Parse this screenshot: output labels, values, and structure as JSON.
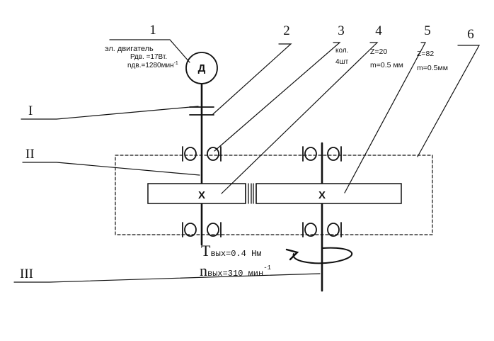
{
  "callouts": [
    "1",
    "2",
    "3",
    "4",
    "5",
    "6"
  ],
  "shaft_labels": [
    "I",
    "II",
    "III"
  ],
  "motor": {
    "title": "эл. двигатель",
    "power": "Рдв. =17Вт.",
    "speed": "nдв.=1280мин",
    "speed_exp": "-1",
    "symbol": "Д"
  },
  "bearings_note": {
    "line1": "кол.",
    "line2": "4шт"
  },
  "gear_small": {
    "teeth": "Z=20",
    "module": "m=0.5 мм"
  },
  "gear_large": {
    "teeth": "Z=82",
    "module": "m=0.5мм"
  },
  "gear_marks": [
    "X",
    "X"
  ],
  "output": {
    "torque_symbol": "T",
    "torque_text": "вых=0.4 Нм",
    "speed_symbol": "n",
    "speed_text": "вых=310 мин",
    "speed_exp": "-1"
  },
  "colors": {
    "ink": "#111111",
    "background": "#ffffff"
  }
}
